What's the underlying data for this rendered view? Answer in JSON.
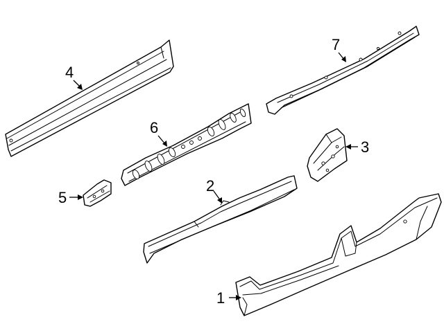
{
  "callouts": [
    {
      "id": "1",
      "label": "1"
    },
    {
      "id": "2",
      "label": "2"
    },
    {
      "id": "3",
      "label": "3"
    },
    {
      "id": "4",
      "label": "4"
    },
    {
      "id": "5",
      "label": "5"
    },
    {
      "id": "6",
      "label": "6"
    },
    {
      "id": "7",
      "label": "7"
    }
  ],
  "parts": [
    {
      "callout": "1",
      "part": "rocker-panel"
    },
    {
      "callout": "2",
      "part": "inner-rocker"
    },
    {
      "callout": "3",
      "part": "bracket"
    },
    {
      "callout": "4",
      "part": "upper-rail"
    },
    {
      "callout": "5",
      "part": "small-bracket"
    },
    {
      "callout": "6",
      "part": "reinforcement"
    },
    {
      "callout": "7",
      "part": "roof-rail"
    }
  ],
  "colors": {
    "line": "#000000",
    "background": "#ffffff"
  }
}
